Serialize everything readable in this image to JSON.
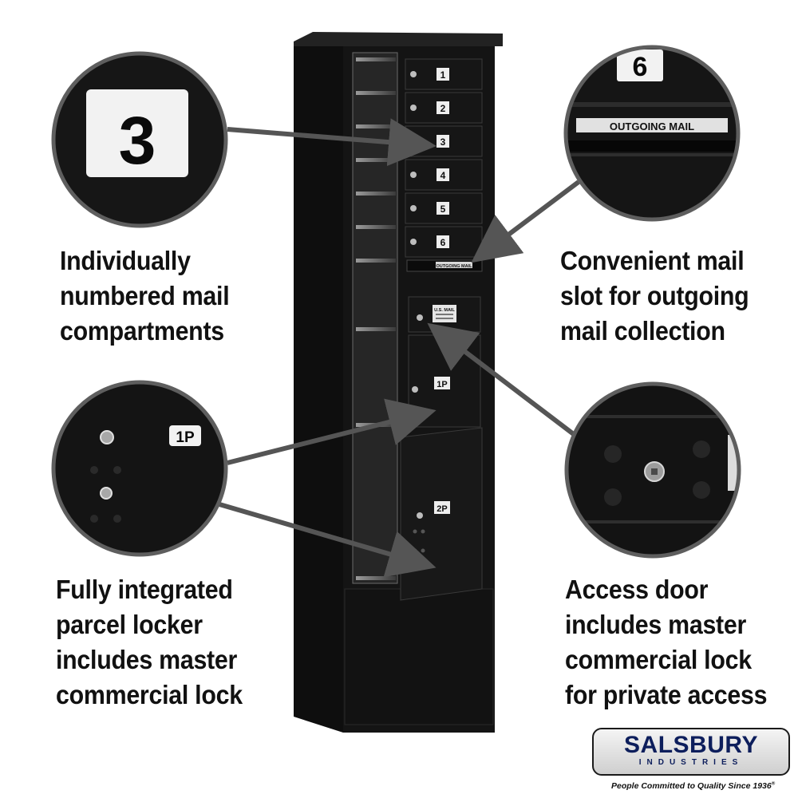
{
  "captions": {
    "numbered": [
      "Individually",
      "numbered mail",
      "compartments"
    ],
    "outgoing": [
      "Convenient mail",
      "slot for outgoing",
      "mail collection"
    ],
    "parcel": [
      "Fully integrated",
      "parcel locker",
      "includes master",
      "commercial lock"
    ],
    "access": [
      "Access door",
      "includes master",
      "commercial lock",
      "for private access"
    ]
  },
  "zoom_labels": {
    "compartment_number": "3",
    "top_number": "6",
    "outgoing_slot": "OUTGOING MAIL",
    "parcel_number": "1P"
  },
  "mailbox": {
    "doors": [
      "1",
      "2",
      "3",
      "4",
      "5",
      "6"
    ],
    "outgoing_slot": "OUTGOING MAIL",
    "access_label": "U.S. MAIL",
    "parcel_doors": [
      "1P",
      "2P"
    ]
  },
  "brand": {
    "name": "SALSBURY",
    "subtitle": "INDUSTRIES",
    "tagline": "People Committed to Quality Since 1936",
    "mark": "®"
  },
  "colors": {
    "cabinet": "#141414",
    "brand": "#0d1e5c",
    "arrow": "#555555"
  }
}
